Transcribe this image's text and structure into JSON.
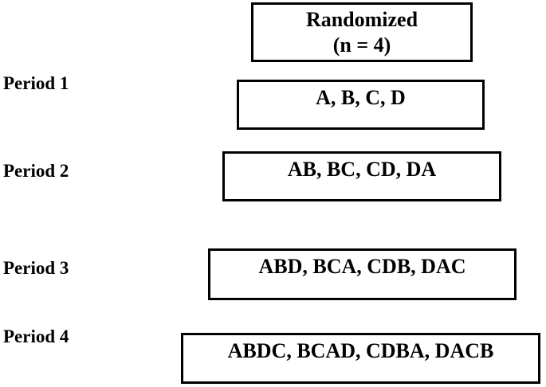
{
  "diagram": {
    "top_box": {
      "line1": "Randomized",
      "line2": "(n = 4)"
    },
    "rows": [
      {
        "label": "Period 1",
        "content": "A, B, C, D"
      },
      {
        "label": "Period 2",
        "content": "AB, BC, CD, DA"
      },
      {
        "label": "Period 3",
        "content": "ABD, BCA, CDB, DAC"
      },
      {
        "label": "Period 4",
        "content": "ABDC, BCAD, CDBA, DACB"
      }
    ],
    "colors": {
      "border": "#000000",
      "text": "#000000",
      "background": "#ffffff"
    }
  }
}
